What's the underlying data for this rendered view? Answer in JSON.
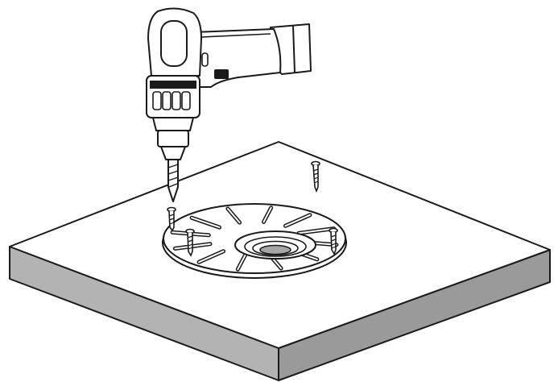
{
  "illustration": {
    "subject": "drill-screwing-pedestal-base",
    "colors": {
      "outline": "#1a1a1a",
      "fill": "#ffffff",
      "board_edge": "#b3b3b3",
      "board_edge_shadow": "#8c8c8c",
      "hole": "#a6a6a6",
      "drill_dark": "#1a1a1a"
    },
    "icons": [
      "power-drill-icon",
      "screw-icon",
      "pedestal-base-icon",
      "board-icon"
    ],
    "screw_count": 4,
    "base_rib_count": 12
  }
}
